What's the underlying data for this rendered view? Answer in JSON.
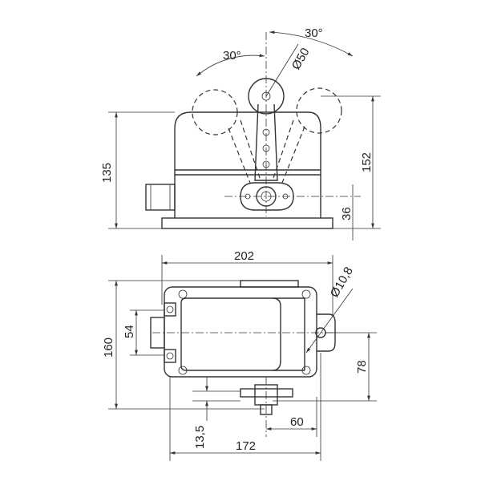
{
  "top_view": {
    "angle_left": "30°",
    "angle_right": "30°",
    "roller_diameter": "Ø50",
    "height_housing": "135",
    "height_total": "152",
    "height_pivot": "36"
  },
  "bottom_view": {
    "width_total": "202",
    "hole_diameter": "Ø10,8",
    "gland_width": "54",
    "depth_total": "160",
    "hole_offset": "78",
    "shaft_offset": "13,5",
    "shaft_distance": "60",
    "width_body": "172"
  }
}
